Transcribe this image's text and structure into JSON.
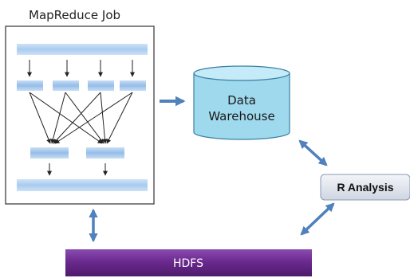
{
  "mapreduce": {
    "title": "MapReduce Job"
  },
  "warehouse": {
    "line1": "Data",
    "line2": "Warehouse"
  },
  "r_analysis": {
    "label": "R Analysis"
  },
  "hdfs": {
    "label": "HDFS"
  },
  "colors": {
    "bar_blue": "#9cc2ea",
    "bar_blue_light": "#cfe2f7",
    "connector_blue": "#4f81bd",
    "cylinder_fill": "#9fd9ee",
    "cylinder_stroke": "#3a7fa3",
    "hdfs_purple": "#6b2a8f",
    "r_box_fill": "#dde3ec"
  }
}
